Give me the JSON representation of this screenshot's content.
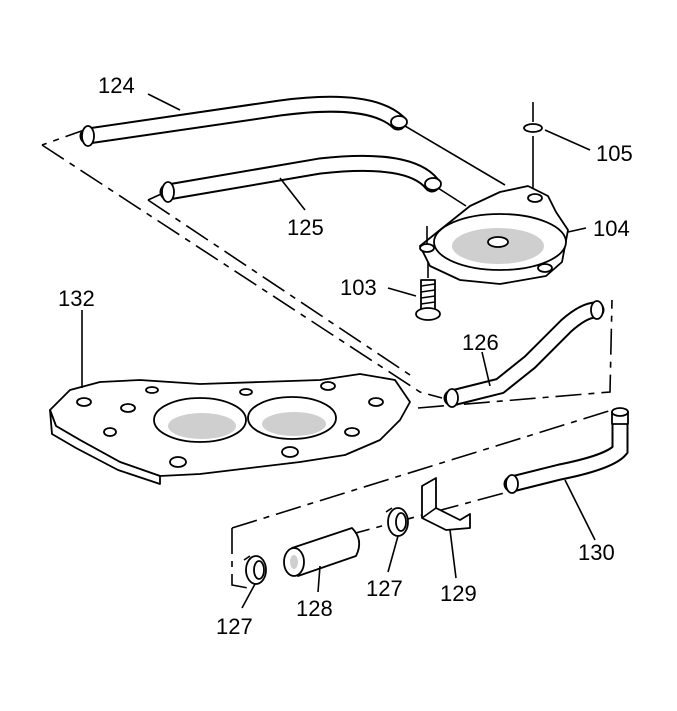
{
  "callouts": {
    "c124": "124",
    "c105": "105",
    "c125": "125",
    "c104": "104",
    "c103": "103",
    "c132": "132",
    "c126": "126",
    "c130": "130",
    "c127a": "127",
    "c128": "128",
    "c127b": "127",
    "c129": "129"
  }
}
